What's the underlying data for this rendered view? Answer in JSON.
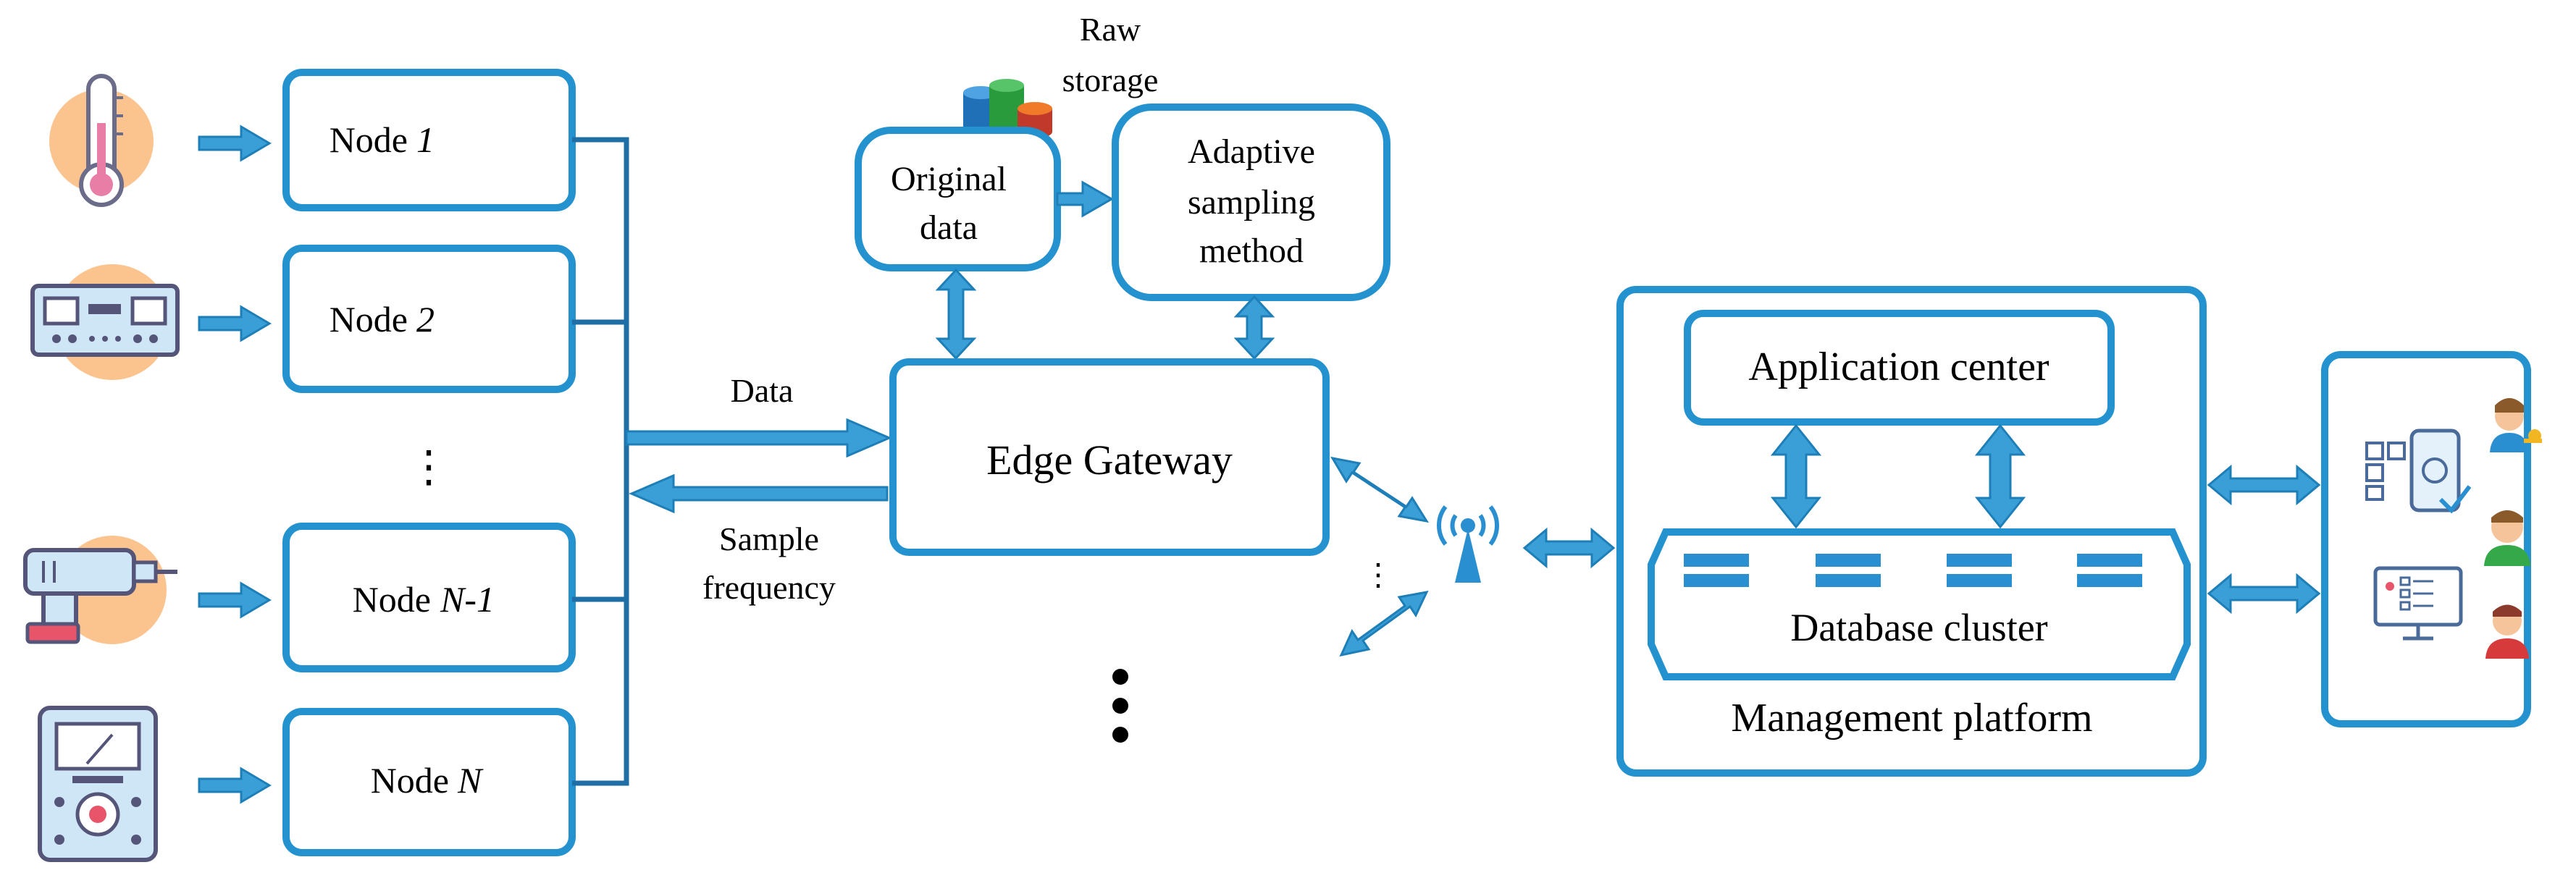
{
  "nodes": [
    {
      "prefix": "Node",
      "index": "1"
    },
    {
      "prefix": "Node",
      "index": "2"
    },
    {
      "prefix": "Node",
      "index": "N-1"
    },
    {
      "prefix": "Node",
      "index": "N"
    }
  ],
  "node_ellipsis": "⋮",
  "labels": {
    "data": "Data",
    "sample_line1": "Sample",
    "sample_line2": "frequency",
    "raw_line1": "Raw",
    "raw_line2": "storage",
    "original_line1": "Original",
    "original_line2": "data",
    "adaptive_line1": "Adaptive",
    "adaptive_line2": "sampling",
    "adaptive_line3": "method",
    "edge_gateway": "Edge Gateway",
    "application_center": "Application center",
    "database_cluster": "Database cluster",
    "management_platform": "Management platform",
    "small_ellipsis": "⋮"
  },
  "icons": {
    "sensors": [
      "thermometer-icon",
      "control-panel-icon",
      "drill-icon",
      "multimeter-icon"
    ],
    "gateway": "wifi-tower-icon",
    "storage": "database-cylinders-icon",
    "users": [
      "phone-app-icon",
      "monitor-dashboard-icon",
      "user-key-icon",
      "user-icon",
      "user-red-icon"
    ]
  },
  "colors": {
    "box_stroke": "#2492cf",
    "arrow_fill": "#3a9fd6",
    "bus_line": "#1f6fa6",
    "icon_circle": "#fbc48f"
  }
}
